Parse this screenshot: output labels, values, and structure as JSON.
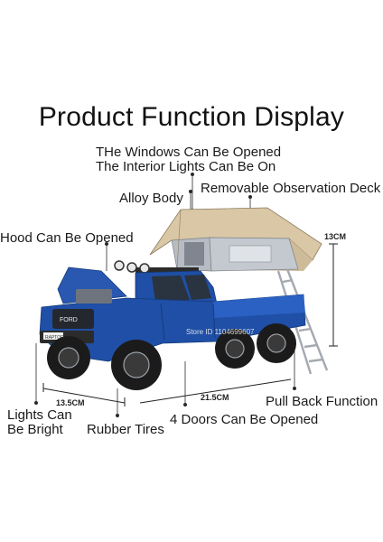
{
  "title": "Product Function Display",
  "labels": {
    "windows": "THe Windows Can Be Opened",
    "interior": "The Interior Lights Can Be On",
    "alloy": "Alloy Body",
    "deck": "Removable Observation Deck",
    "hood": "Hood Can Be Opened",
    "lights1": "Lights Can",
    "lights2": "Be Bright",
    "tires": "Rubber Tires",
    "doors": "4 Doors Can Be Opened",
    "pullback": "Pull Back Function"
  },
  "dimensions": {
    "height": "13CM",
    "width": "13.5CM",
    "length": "21.5CM"
  },
  "badge": "RAPTOR",
  "grille": "FORD",
  "watermark": "Store ID 1104699607",
  "colors": {
    "body": "#1f4fa6",
    "tent": "#d9c7a5",
    "tent_base": "#b7bcc4",
    "tire": "#1b1b1b",
    "line": "#2a2a2a"
  }
}
